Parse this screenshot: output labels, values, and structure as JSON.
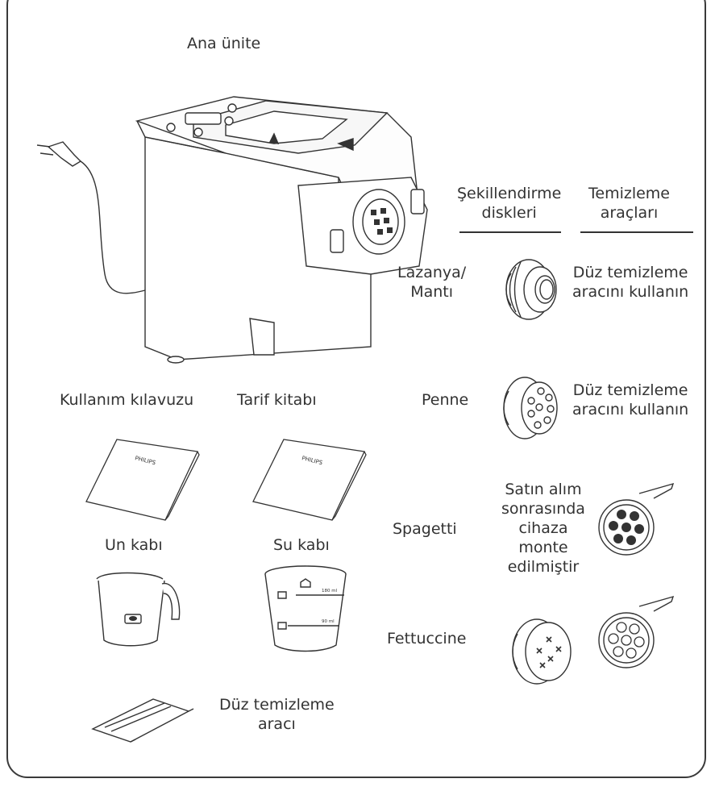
{
  "labels": {
    "main_unit": "Ana ünite",
    "manual": "Kullanım kılavuzu",
    "recipe_book": "Tarif kitabı",
    "flour_cup": "Un kabı",
    "water_cup": "Su kabı",
    "cleaning_tool": "Düz temizleme\naracı",
    "brand": "PHILIPS"
  },
  "columns": {
    "shaping_discs": "Şekillendirme\ndiskleri",
    "cleaning_tools": "Temizleme\naraçları"
  },
  "rows": [
    {
      "name": "Lazanya/\nMantı",
      "tool": "Düz temizleme\naracını kullanın"
    },
    {
      "name": "Penne",
      "tool": "Düz temizleme\naracını kullanın"
    },
    {
      "name": "Spagetti",
      "tool": "Satın alım\nsonrasında\ncihaza\nmonte\nedilmiştir"
    },
    {
      "name": "Fettuccine",
      "tool": ""
    }
  ],
  "cup_marks": {
    "upper": "180 ml",
    "lower": "90 ml"
  }
}
